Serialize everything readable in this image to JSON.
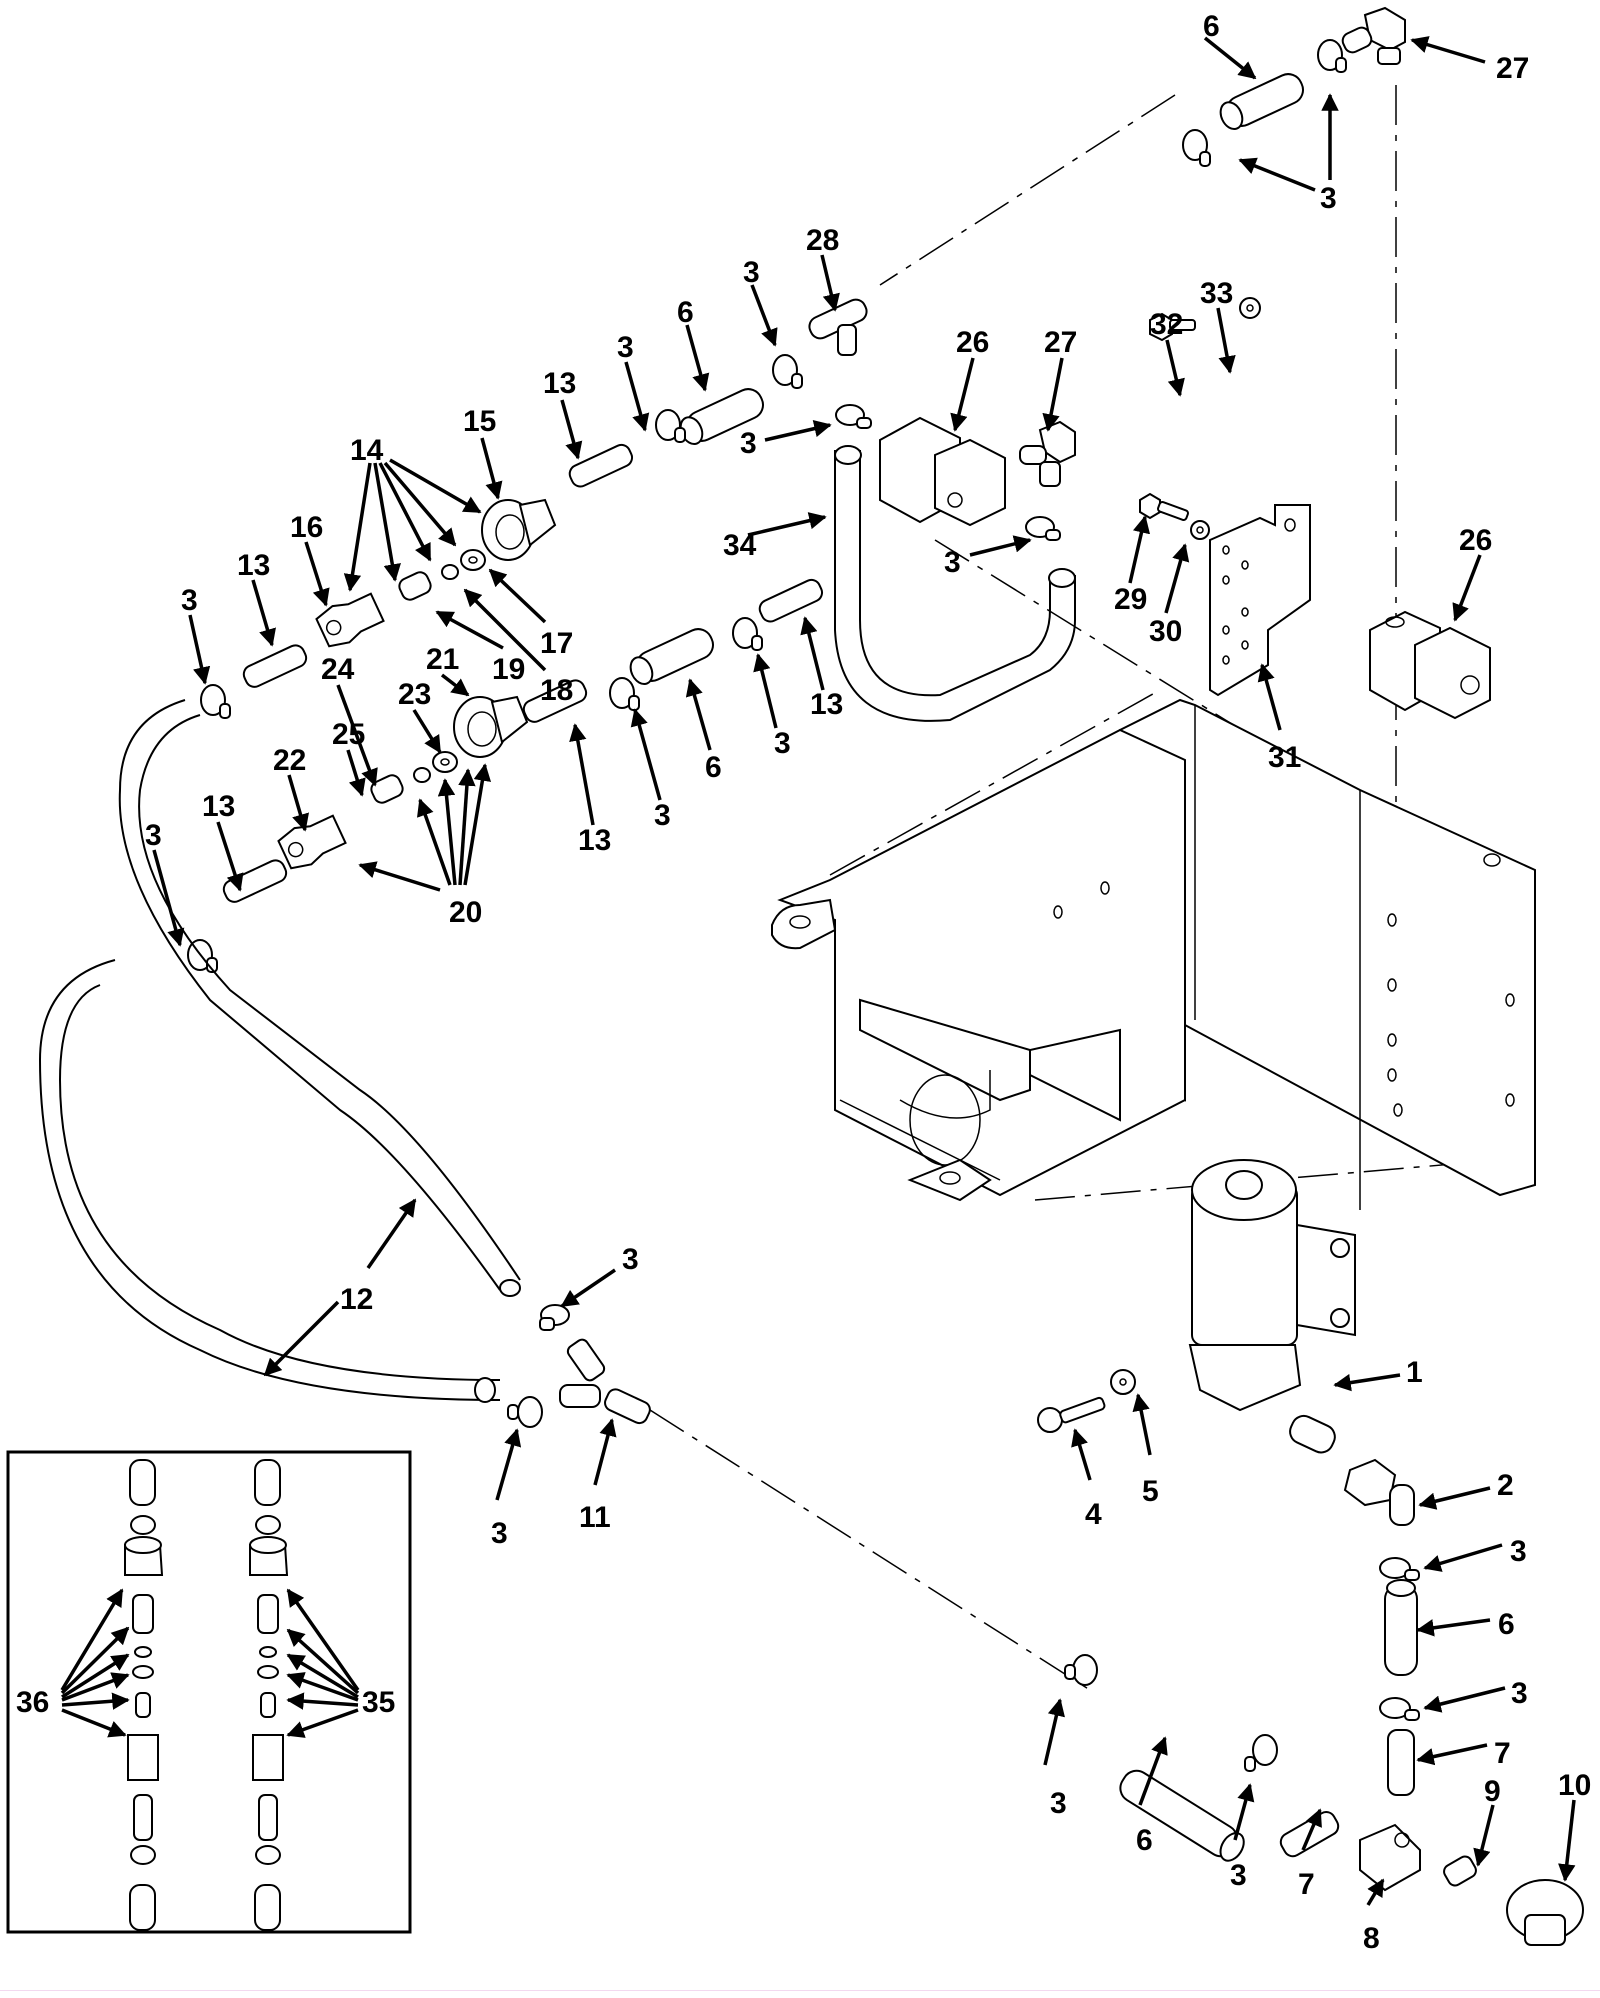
{
  "figure": {
    "type": "exploded parts diagram",
    "subject": "Pump and hose assembly with solenoid valves and nozzle detail inset",
    "callouts": [
      {
        "id": "c6a",
        "label": "6"
      },
      {
        "id": "c27a",
        "label": "27"
      },
      {
        "id": "c3a",
        "label": "3"
      },
      {
        "id": "c3b",
        "label": "3"
      },
      {
        "id": "c28",
        "label": "28"
      },
      {
        "id": "c3c",
        "label": "3"
      },
      {
        "id": "c6b",
        "label": "6"
      },
      {
        "id": "c3d",
        "label": "3"
      },
      {
        "id": "c13a",
        "label": "13"
      },
      {
        "id": "c15",
        "label": "15"
      },
      {
        "id": "c14",
        "label": "14"
      },
      {
        "id": "c26a",
        "label": "26"
      },
      {
        "id": "c27b",
        "label": "27"
      },
      {
        "id": "c32",
        "label": "32"
      },
      {
        "id": "c33",
        "label": "33"
      },
      {
        "id": "c3e",
        "label": "3"
      },
      {
        "id": "c34",
        "label": "34"
      },
      {
        "id": "c3f",
        "label": "3"
      },
      {
        "id": "c29",
        "label": "29"
      },
      {
        "id": "c30",
        "label": "30"
      },
      {
        "id": "c26b",
        "label": "26"
      },
      {
        "id": "c31",
        "label": "31"
      },
      {
        "id": "c16",
        "label": "16"
      },
      {
        "id": "c13b",
        "label": "13"
      },
      {
        "id": "c3g",
        "label": "3"
      },
      {
        "id": "c17",
        "label": "17"
      },
      {
        "id": "c19",
        "label": "19"
      },
      {
        "id": "c18",
        "label": "18"
      },
      {
        "id": "c24",
        "label": "24"
      },
      {
        "id": "c21",
        "label": "21"
      },
      {
        "id": "c23",
        "label": "23"
      },
      {
        "id": "c25",
        "label": "25"
      },
      {
        "id": "c22",
        "label": "22"
      },
      {
        "id": "c13c",
        "label": "13"
      },
      {
        "id": "c3h",
        "label": "3"
      },
      {
        "id": "c20",
        "label": "20"
      },
      {
        "id": "c6c",
        "label": "6"
      },
      {
        "id": "c3i",
        "label": "3"
      },
      {
        "id": "c13d",
        "label": "13"
      },
      {
        "id": "c3j",
        "label": "3"
      },
      {
        "id": "c13e",
        "label": "13"
      },
      {
        "id": "c12",
        "label": "12"
      },
      {
        "id": "c3k",
        "label": "3"
      },
      {
        "id": "c3l",
        "label": "3"
      },
      {
        "id": "c11",
        "label": "11"
      },
      {
        "id": "c1",
        "label": "1"
      },
      {
        "id": "c5",
        "label": "5"
      },
      {
        "id": "c4",
        "label": "4"
      },
      {
        "id": "c2",
        "label": "2"
      },
      {
        "id": "c3m",
        "label": "3"
      },
      {
        "id": "c6d",
        "label": "6"
      },
      {
        "id": "c3n",
        "label": "3"
      },
      {
        "id": "c7a",
        "label": "7"
      },
      {
        "id": "c3o",
        "label": "3"
      },
      {
        "id": "c6e",
        "label": "6"
      },
      {
        "id": "c3p",
        "label": "3"
      },
      {
        "id": "c7b",
        "label": "7"
      },
      {
        "id": "c8",
        "label": "8"
      },
      {
        "id": "c9",
        "label": "9"
      },
      {
        "id": "c10",
        "label": "10"
      },
      {
        "id": "c36",
        "label": "36"
      },
      {
        "id": "c35",
        "label": "35"
      }
    ],
    "inset": {
      "left_label": "36",
      "right_label": "35"
    }
  }
}
